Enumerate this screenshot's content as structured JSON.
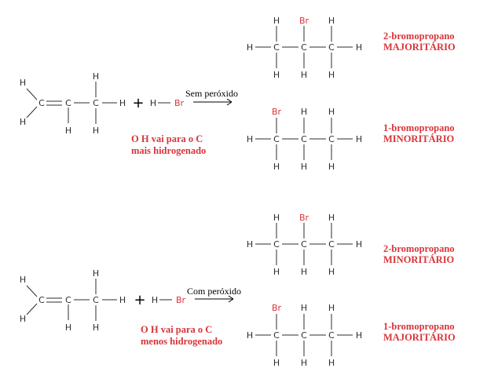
{
  "atoms": {
    "h": "H",
    "c": "C",
    "br": "Br"
  },
  "symbols": {
    "plus": "+"
  },
  "reaction_1": {
    "condition": "Sem peróxido",
    "note_line1": "O H vai para o C",
    "note_line2": "mais hidrogenado",
    "product_top_name": "2-bromopropano",
    "product_top_role": "MAJORITÁRIO",
    "product_bottom_name": "1-bromopropano",
    "product_bottom_role": "MINORITÁRIO"
  },
  "reaction_2": {
    "condition": "Com peróxido",
    "note_line1": "O H vai para o C",
    "note_line2": "menos hidrogenado",
    "product_top_name": "2-bromopropano",
    "product_top_role": "MINORITÁRIO",
    "product_bottom_name": "1-bromopropano",
    "product_bottom_role": "MAJORITÁRIO"
  },
  "colors": {
    "atom": "#2e2e2e",
    "bromine": "#d9343a",
    "note": "#d9343a"
  }
}
